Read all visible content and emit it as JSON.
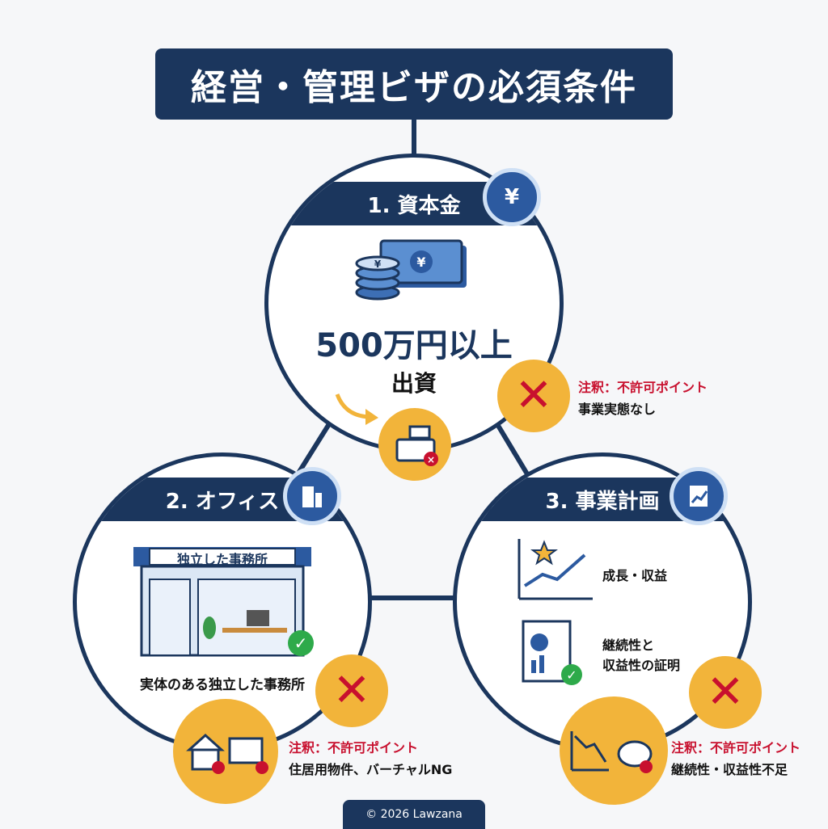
{
  "title": "経営・管理ビザの必須条件",
  "section1": {
    "heading": "1. 資本金",
    "amount": "500万円以上",
    "sub": "出資",
    "note_label": "注釈：不許可ポイント",
    "note_text": "事業実態なし"
  },
  "section2": {
    "heading": "2. オフィス",
    "sign": "独立した事務所",
    "caption": "実体のある独立した事務所",
    "note_label": "注釈：不許可ポイント",
    "note_text": "住居用物件、バーチャルNG"
  },
  "section3": {
    "heading": "3. 事業計画",
    "item1": "成長・収益",
    "item2_line1": "継続性と",
    "item2_line2": "収益性の証明",
    "note_label": "注釈：不許可ポイント",
    "note_text": "継続性・収益性不足"
  },
  "footer": "© 2026 Lawzana",
  "colors": {
    "navy": "#1b365d",
    "accent_blue": "#2c5aa0",
    "badge_yellow": "#f2b43a",
    "error_red": "#c8102e",
    "ok_green": "#2eaa4a"
  }
}
